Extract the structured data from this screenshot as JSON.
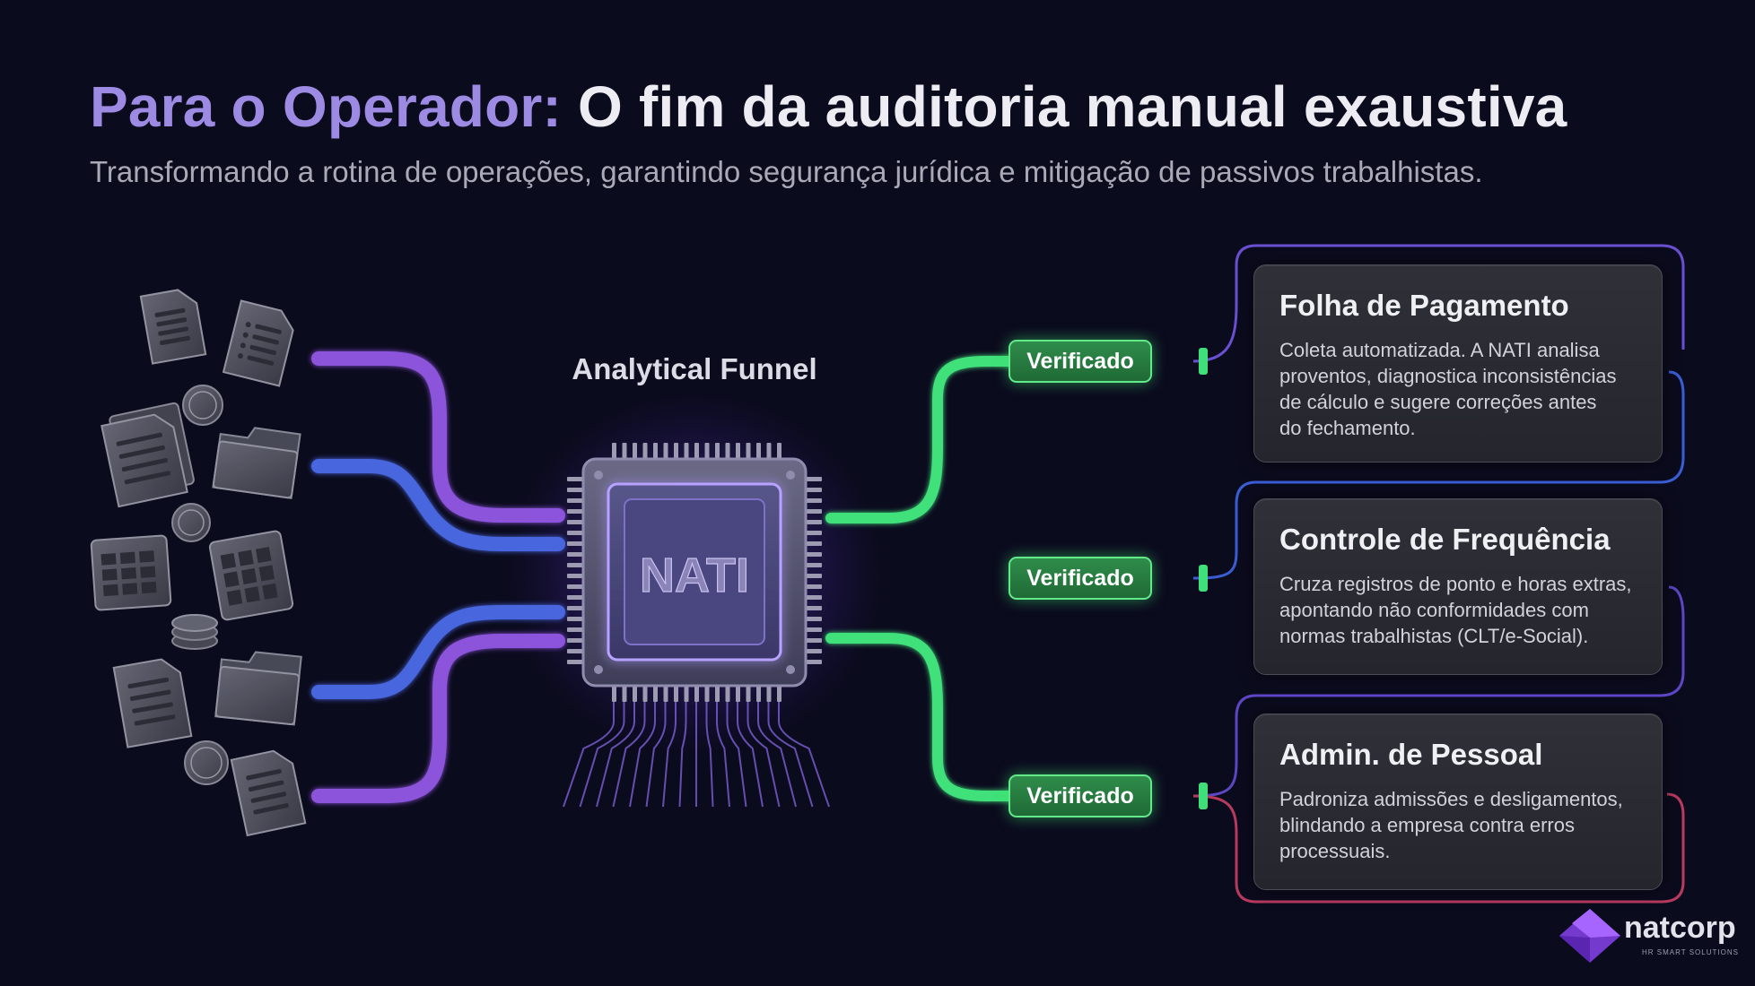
{
  "header": {
    "title_accent": "Para o Operador:",
    "title_rest": "O fim da auditoria manual exaustiva",
    "subtitle": "Transformando a rotina de operações, garantindo segurança jurídica e mitigação de passivos trabalhistas."
  },
  "funnel": {
    "label": "Analytical Funnel",
    "chip_label": "NATI"
  },
  "badges": [
    "Verificado",
    "Verificado",
    "Verificado"
  ],
  "cards": [
    {
      "title": "Folha de Pagamento",
      "lines": [
        "Coleta automatizada. A NATI analisa",
        "proventos, diagnostica inconsistências",
        "de cálculo e sugere correções antes",
        "do fechamento."
      ]
    },
    {
      "title": "Controle de Frequência",
      "lines": [
        "Cruza registros de ponto e horas extras,",
        "apontando não conformidades com",
        "normas trabalhistas (CLT/e-Social)."
      ]
    },
    {
      "title": "Admin. de Pessoal",
      "lines": [
        "Padroniza admissões e desligamentos,",
        "blindando a empresa contra erros",
        "processuais."
      ]
    }
  ],
  "inputs": [
    "document-icon",
    "document-list-icon",
    "coin-icon",
    "document-stack-icon",
    "folder-icon",
    "coin-icon",
    "spreadsheet-icon",
    "spreadsheet-icon",
    "coin-stack-icon",
    "document-icon",
    "folder-icon",
    "coin-icon",
    "document-icon"
  ],
  "brand": {
    "name": "natcorp",
    "tagline": "HR SMART SOLUTIONS"
  },
  "colors": {
    "background": "#0b0b1e",
    "title_accent": "#9d8ae3",
    "verified_green": "#3fe07a",
    "input_purple": "#9a5cf0",
    "input_blue": "#4f6ff2",
    "frame_purple": "#6a4fd0",
    "frame_blue": "#3a5dd4",
    "frame_red": "#b83a5e"
  }
}
